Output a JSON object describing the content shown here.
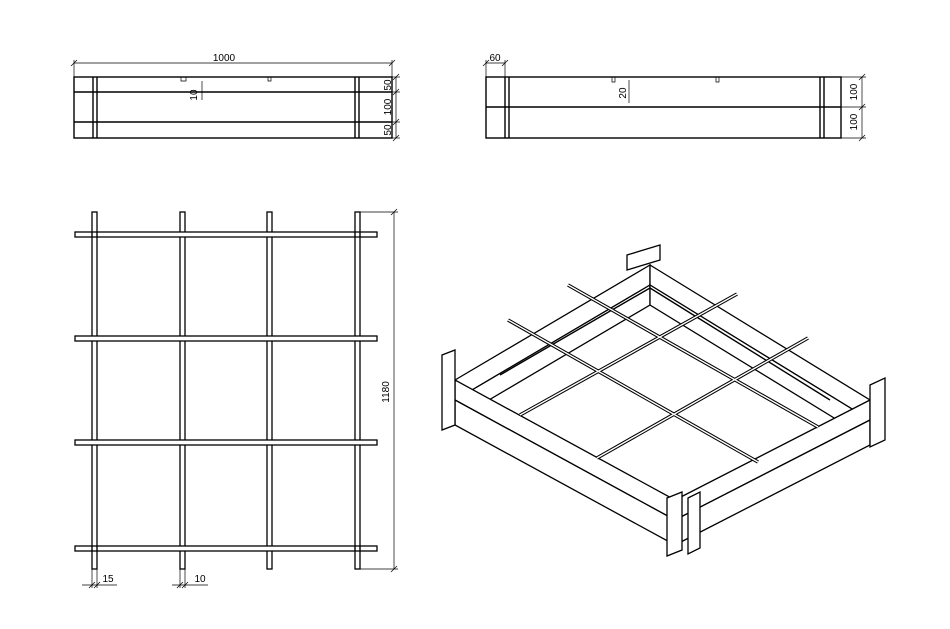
{
  "dimensions": {
    "front_width": "1000",
    "front_h_top": "50",
    "front_h_mid": "100",
    "front_h_bot": "50",
    "front_notch": "10",
    "side_offset": "60",
    "side_notch": "20",
    "side_h_top": "100",
    "side_h_bot": "100",
    "plan_length": "1180",
    "plan_bar_width": "15",
    "plan_rod_width": "10"
  }
}
